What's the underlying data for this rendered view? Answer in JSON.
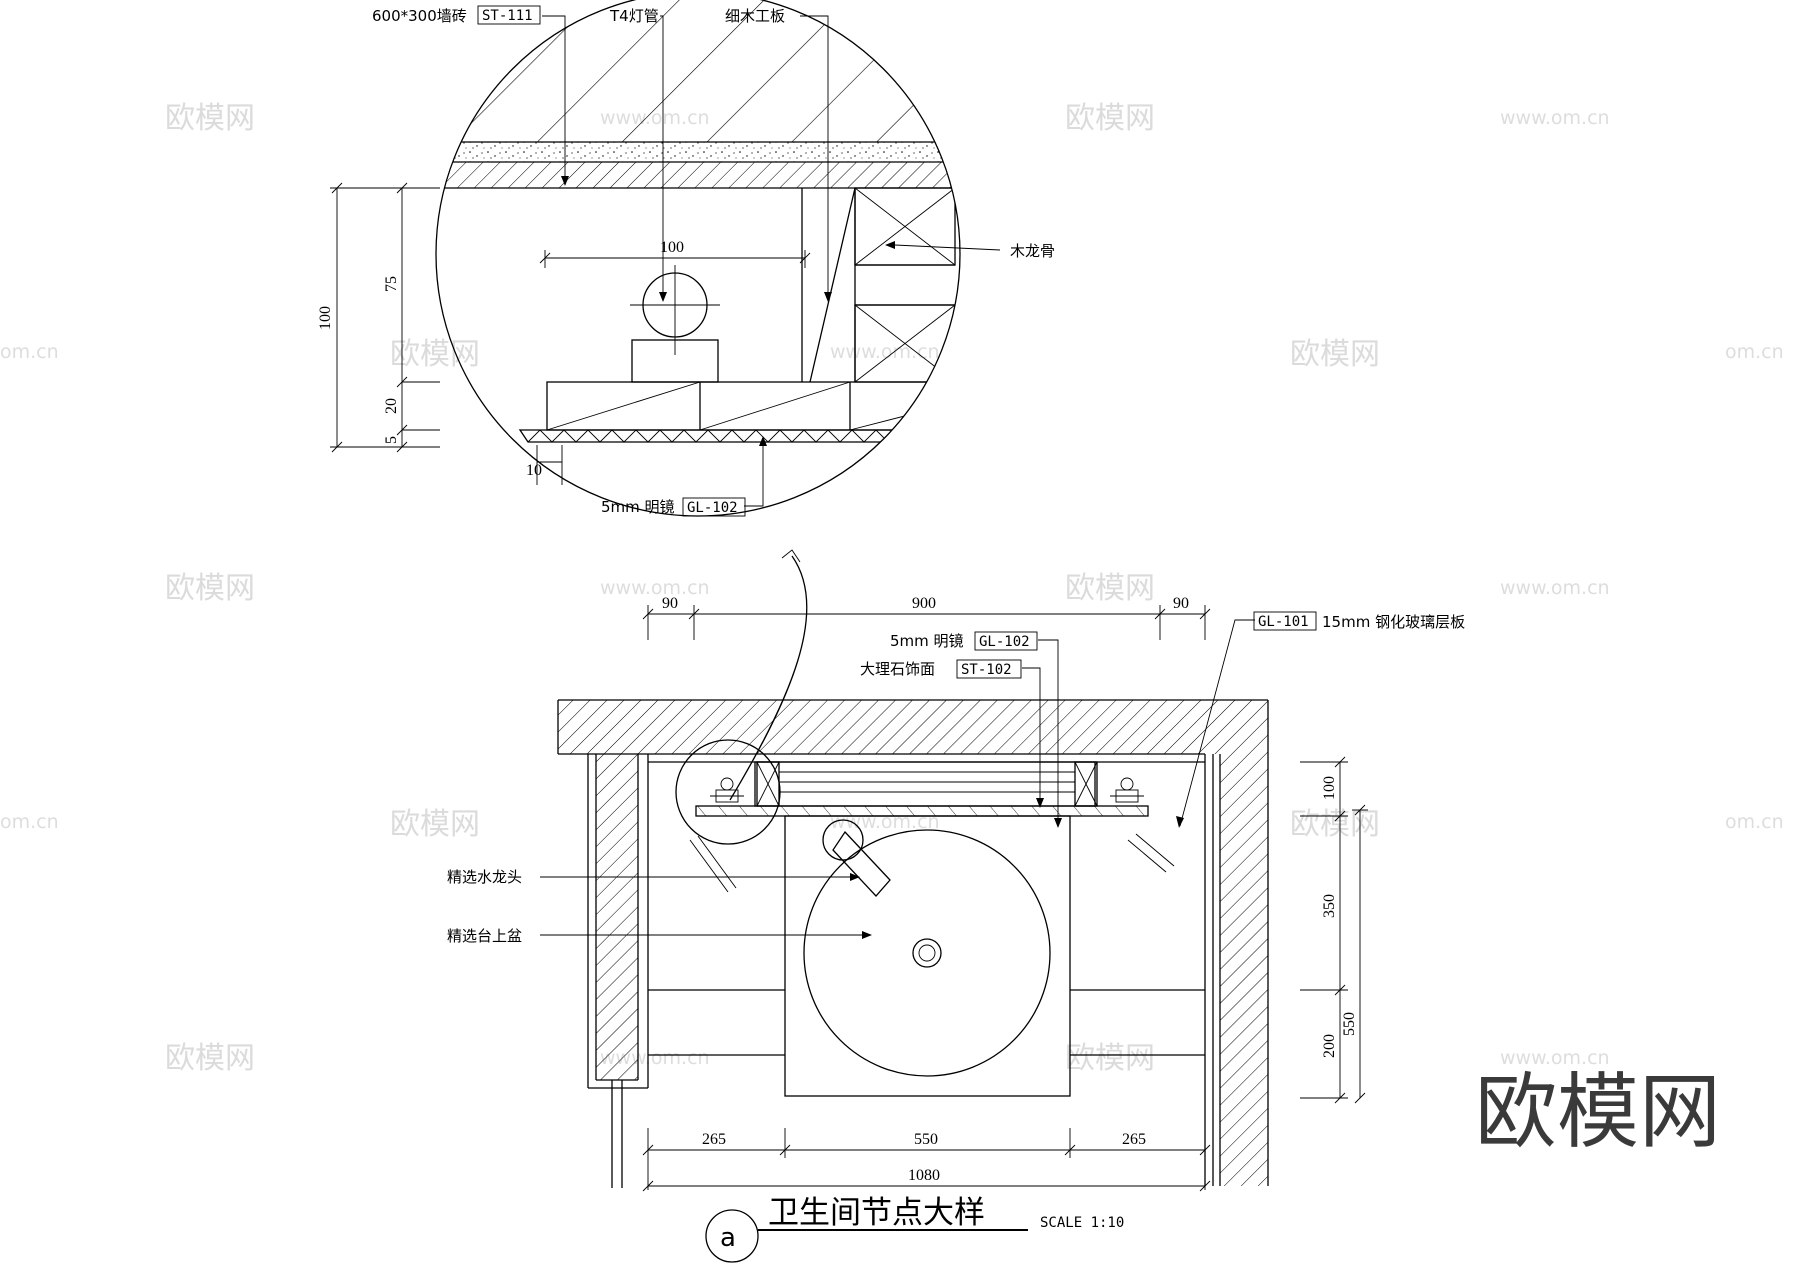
{
  "watermark": {
    "brand": "欧模网",
    "url": "www.om.cn",
    "url_short": "om.cn"
  },
  "detail": {
    "labels": {
      "wall_tile": "600*300墙砖",
      "wall_tile_code": "ST-111",
      "lamp": "T4灯管",
      "board": "细木工板",
      "keel": "木龙骨",
      "mirror": "5mm 明镜",
      "mirror_code": "GL-102"
    },
    "dims": {
      "d100_top": "100",
      "d100_side": "100",
      "d75": "75",
      "d20": "20",
      "d5": "5",
      "d10": "10"
    }
  },
  "plan": {
    "labels": {
      "mirror": "5mm 明镜",
      "mirror_code": "GL-102",
      "marble": "大理石饰面",
      "marble_code": "ST-102",
      "glass_code": "GL-101",
      "glass": "15mm 钢化玻璃层板",
      "faucet": "精选水龙头",
      "basin": "精选台上盆"
    },
    "dims_top": [
      "90",
      "900",
      "90"
    ],
    "dims_bottom": [
      "265",
      "550",
      "265"
    ],
    "dim_total": "1080",
    "dims_right": {
      "d100": "100",
      "d350": "350",
      "d200": "200",
      "d550": "550"
    }
  },
  "title": {
    "marker": "a",
    "text": "卫生间节点大样",
    "scale": "SCALE 1:10"
  }
}
